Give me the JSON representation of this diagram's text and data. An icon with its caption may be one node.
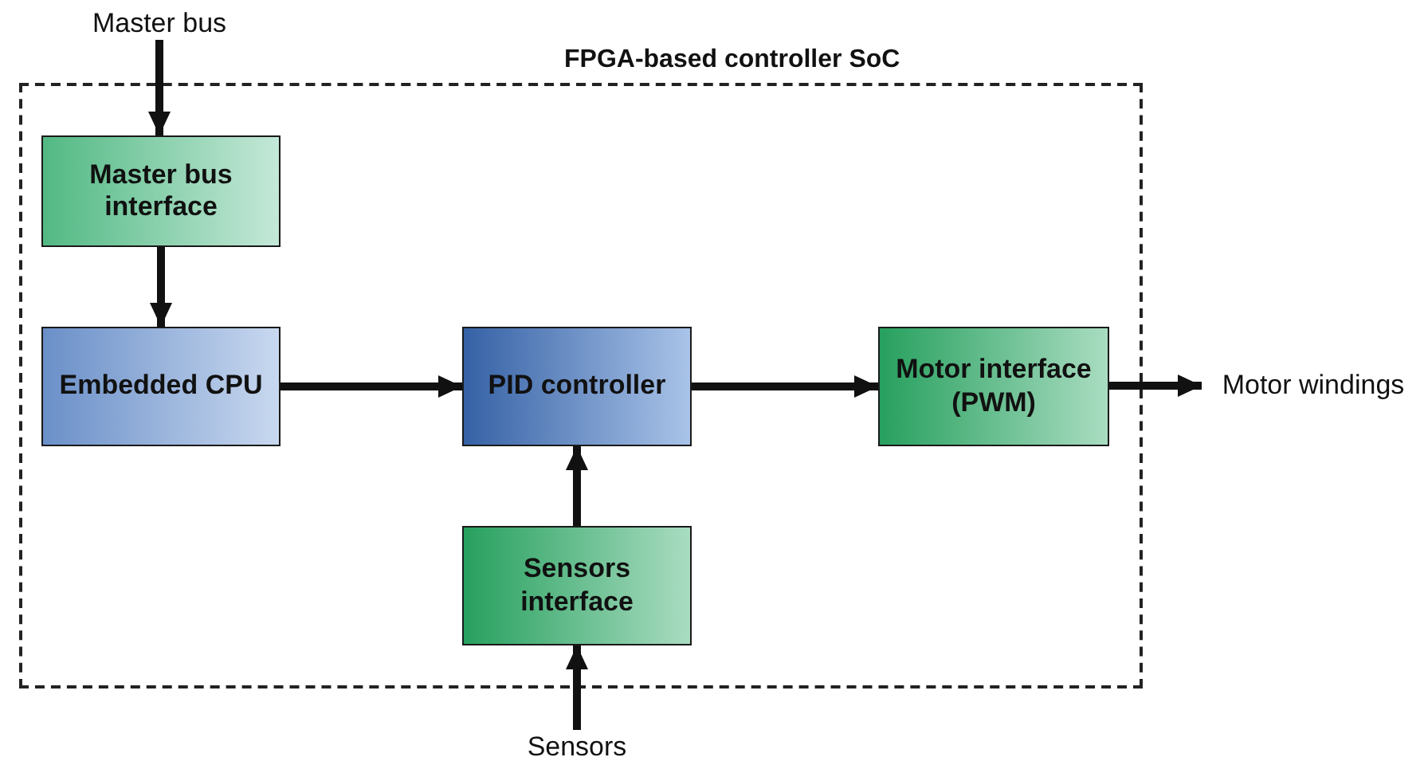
{
  "diagram": {
    "nodes": [
      {
        "text": [
          "FPGA-based controller SoC"
        ]
      },
      {
        "text": [
          "Master bus"
        ]
      },
      {
        "text": [
          "Master bus interface"
        ],
        "in": 0
      },
      {
        "text": [
          "Embedded CPU"
        ],
        "in": 0
      },
      {
        "text": [
          "PID controller"
        ],
        "in": 0
      },
      {
        "text": [
          "Motor interface (PWM)"
        ],
        "in": 0
      },
      {
        "text": [
          "Motor windings"
        ]
      },
      {
        "text": [
          "Sensors interface"
        ],
        "in": 0
      },
      {
        "text": [
          "Sensors"
        ]
      }
    ],
    "edges": [
      {
        "from": 1,
        "to": 2,
        "arrow": "to"
      },
      {
        "from": 2,
        "to": 3,
        "arrow": "to"
      },
      {
        "from": 3,
        "to": 4,
        "arrow": "to"
      },
      {
        "from": 4,
        "to": 5,
        "arrow": "to"
      },
      {
        "from": 5,
        "to": 6,
        "arrow": "to"
      },
      {
        "from": 7,
        "to": 4,
        "arrow": "to"
      },
      {
        "from": 8,
        "to": 7,
        "arrow": "to"
      }
    ]
  }
}
